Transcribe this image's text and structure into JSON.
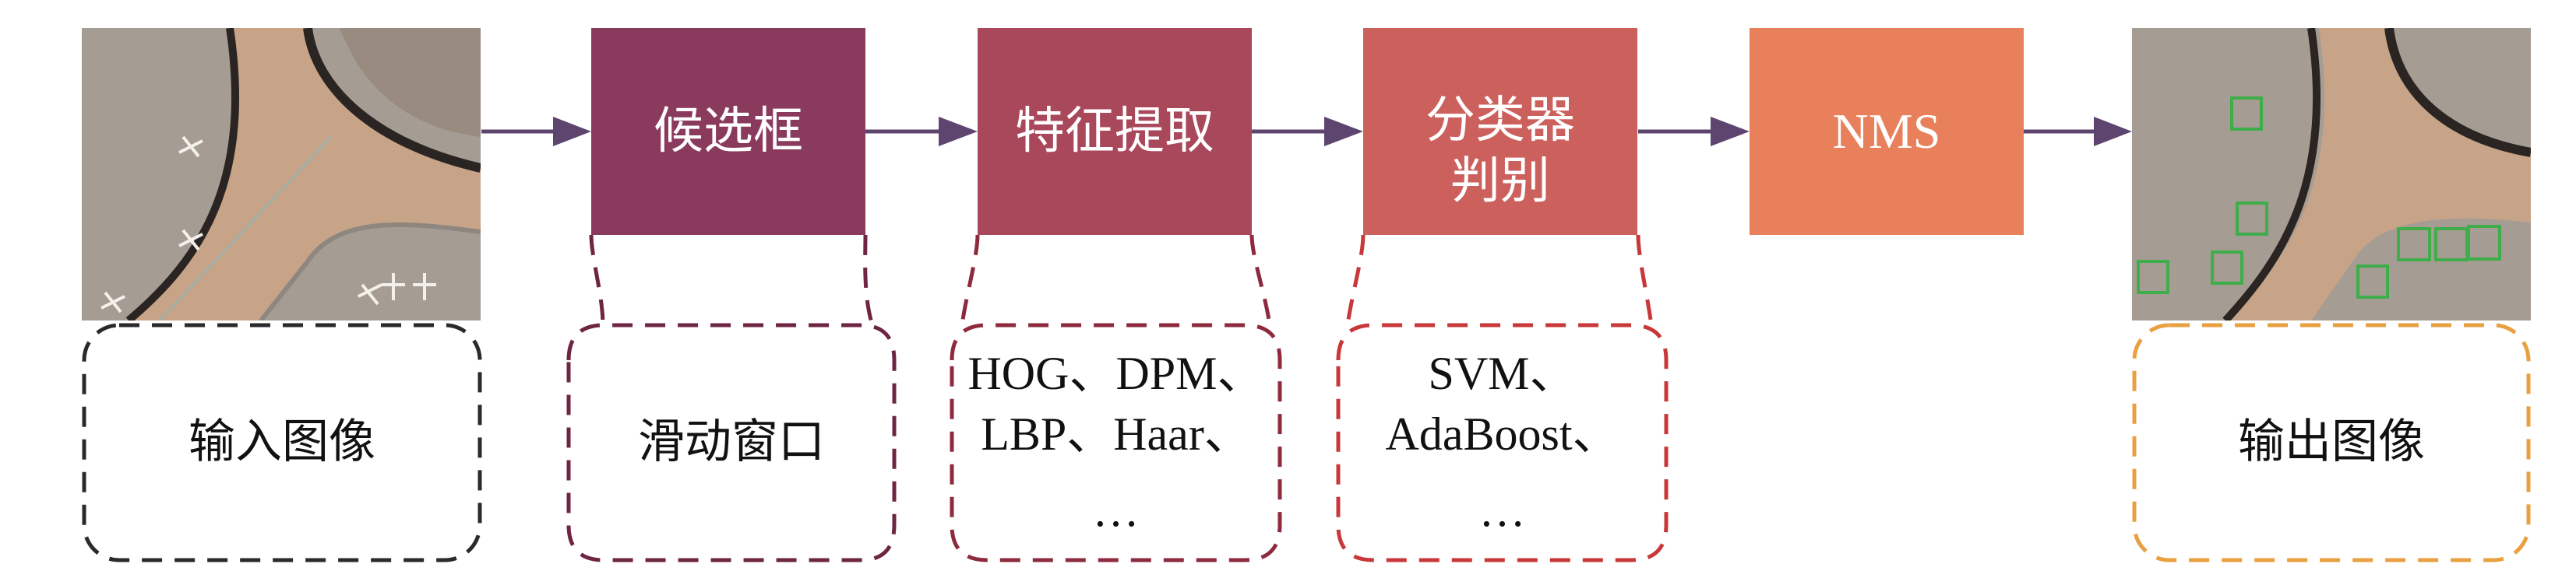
{
  "steps": [
    {
      "lines": [
        "候选框"
      ],
      "color": "#8A3A5D"
    },
    {
      "lines": [
        "特征提取"
      ],
      "color": "#A9485B"
    },
    {
      "lines": [
        "分类器",
        "判别"
      ],
      "color": "#CC605D"
    },
    {
      "lines": [
        "NMS"
      ],
      "color": "#E9805C"
    }
  ],
  "details": {
    "input": {
      "lines": [
        "输入图像"
      ],
      "color": "#2a2a2a"
    },
    "candidate": {
      "lines": [
        "滑动窗口"
      ],
      "color": "#6E2543"
    },
    "feature": {
      "lines": [
        "HOG、DPM、",
        "LBP、Haar、",
        "…"
      ],
      "color": "#8E2A3E"
    },
    "classifier": {
      "lines": [
        "SVM、",
        "AdaBoost、",
        "…"
      ],
      "color": "#C8383A"
    },
    "output": {
      "lines": [
        "输出图像"
      ],
      "color": "#E8A040"
    }
  },
  "arrow_color": "#5E4570"
}
